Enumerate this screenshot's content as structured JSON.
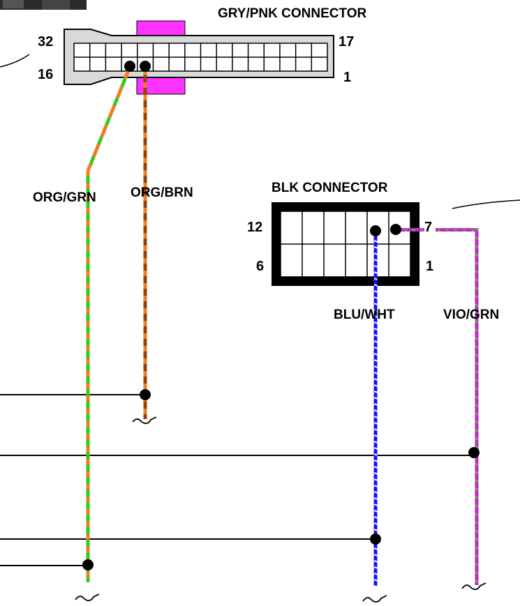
{
  "connectors": {
    "gry_pnk": {
      "title": "GRY/PNK CONNECTOR",
      "pin_top_left": "32",
      "pin_bottom_left": "16",
      "pin_top_right": "17",
      "pin_bottom_right": "1",
      "body_color": "#d9d9d9",
      "lock_color": "#ff33ff"
    },
    "blk": {
      "title": "BLK CONNECTOR",
      "pin_top_left": "12",
      "pin_bottom_left": "6",
      "pin_top_right": "7",
      "pin_bottom_right": "1",
      "body_color": "#000000"
    }
  },
  "wires": {
    "org_grn": {
      "label": "ORG/GRN",
      "base_color": "#2ecc1f",
      "stripe_color": "#f07d1e"
    },
    "org_brn": {
      "label": "ORG/BRN",
      "base_color": "#8b4513",
      "stripe_color": "#f07d1e"
    },
    "blu_wht": {
      "label": "BLU/WHT",
      "base_color": "#1010ff",
      "stripe_color": "#ffffff"
    },
    "vio_grn": {
      "label": "VIO/GRN",
      "base_color": "#c02ac8",
      "stripe_color": "#5fbf3f"
    }
  }
}
